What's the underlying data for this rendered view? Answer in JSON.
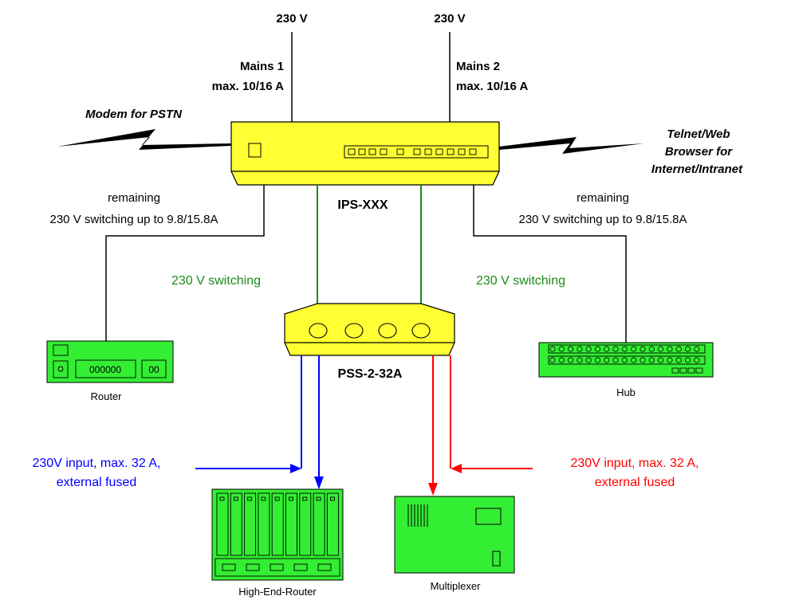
{
  "top": {
    "voltage_left": "230 V",
    "voltage_right": "230 V",
    "mains1_line1": "Mains 1",
    "mains1_line2": "max. 10/16 A",
    "mains2_line1": "Mains 2",
    "mains2_line2": "max. 10/16 A"
  },
  "labels": {
    "modem": "Modem for PSTN",
    "telnet_line1": "Telnet/Web",
    "telnet_line2": "Browser for",
    "telnet_line3": "Internet/Intranet",
    "ips": "IPS-XXX",
    "pss": "PSS-2-32A",
    "remaining_left_1": "remaining",
    "remaining_left_2": "230 V switching up to 9.8/15.8A",
    "remaining_right_1": "remaining",
    "remaining_right_2": "230 V switching up to 9.8/15.8A",
    "switching_left": "230 V switching",
    "switching_right": "230 V switching",
    "input_left_1": "230V input, max. 32 A,",
    "input_left_2": "external fused",
    "input_right_1": "230V input, max. 32 A,",
    "input_right_2": "external fused"
  },
  "devices": {
    "router": "Router",
    "router_ports": "000000",
    "router_port_small": "00",
    "hub": "Hub",
    "high_end_router": "High-End-Router",
    "multiplexer": "Multiplexer"
  },
  "colors": {
    "device_yellow": "#ffff33",
    "device_green": "#33ee33",
    "switching_green": "#1a8a1a",
    "input_blue": "#0000ff",
    "input_red": "#ff0000"
  }
}
